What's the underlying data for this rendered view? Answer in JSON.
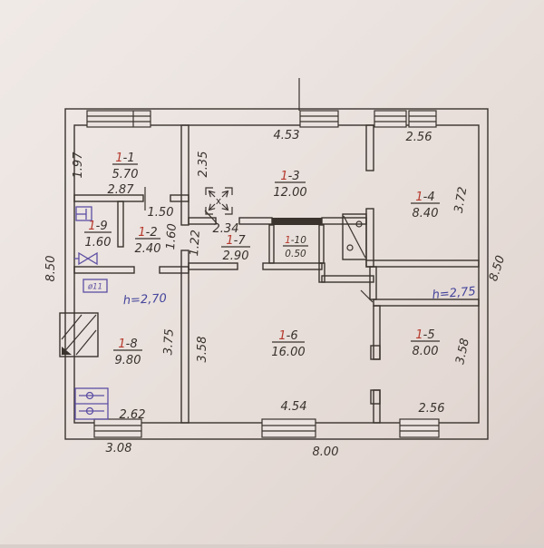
{
  "colors": {
    "paper": "#eae2de",
    "ink": "#39322d",
    "room_number_accent": "#b5372b",
    "height_ink": "#43439c",
    "fixture_ink": "#5d4fa4"
  },
  "rooms": [
    {
      "number_prefix": "1",
      "number_suffix": "-1",
      "area": "5.70"
    },
    {
      "number_prefix": "1",
      "number_suffix": "-2",
      "area": "2.40"
    },
    {
      "number_prefix": "1",
      "number_suffix": "-3",
      "area": "12.00"
    },
    {
      "number_prefix": "1",
      "number_suffix": "-4",
      "area": "8.40"
    },
    {
      "number_prefix": "1",
      "number_suffix": "-5",
      "area": "8.00"
    },
    {
      "number_prefix": "1",
      "number_suffix": "-6",
      "area": "16.00"
    },
    {
      "number_prefix": "1",
      "number_suffix": "-7",
      "area": "2.90"
    },
    {
      "number_prefix": "1",
      "number_suffix": "-8",
      "area": "9.80"
    },
    {
      "number_prefix": "1",
      "number_suffix": "-9",
      "area": "1.60"
    },
    {
      "number_prefix": "1",
      "number_suffix": "-10",
      "area": "0.50"
    }
  ],
  "dims": [
    {
      "text": "1.97"
    },
    {
      "text": "2.87"
    },
    {
      "text": "1.50"
    },
    {
      "text": "1.60"
    },
    {
      "text": "2.35"
    },
    {
      "text": "4.53"
    },
    {
      "text": "2.56"
    },
    {
      "text": "3.72"
    },
    {
      "text": "2.34"
    },
    {
      "text": "1.22"
    },
    {
      "text": "8.50"
    },
    {
      "text": "8.50"
    },
    {
      "text": "3.75"
    },
    {
      "text": "3.58"
    },
    {
      "text": "3.58"
    },
    {
      "text": "2.62"
    },
    {
      "text": "4.54"
    },
    {
      "text": "2.56"
    },
    {
      "text": "3.08"
    },
    {
      "text": "8.00"
    }
  ],
  "annotations": {
    "height_left": "h=2,70",
    "height_right": "h=2,75",
    "flue_label": "ø11",
    "cellar_mark": "x"
  }
}
